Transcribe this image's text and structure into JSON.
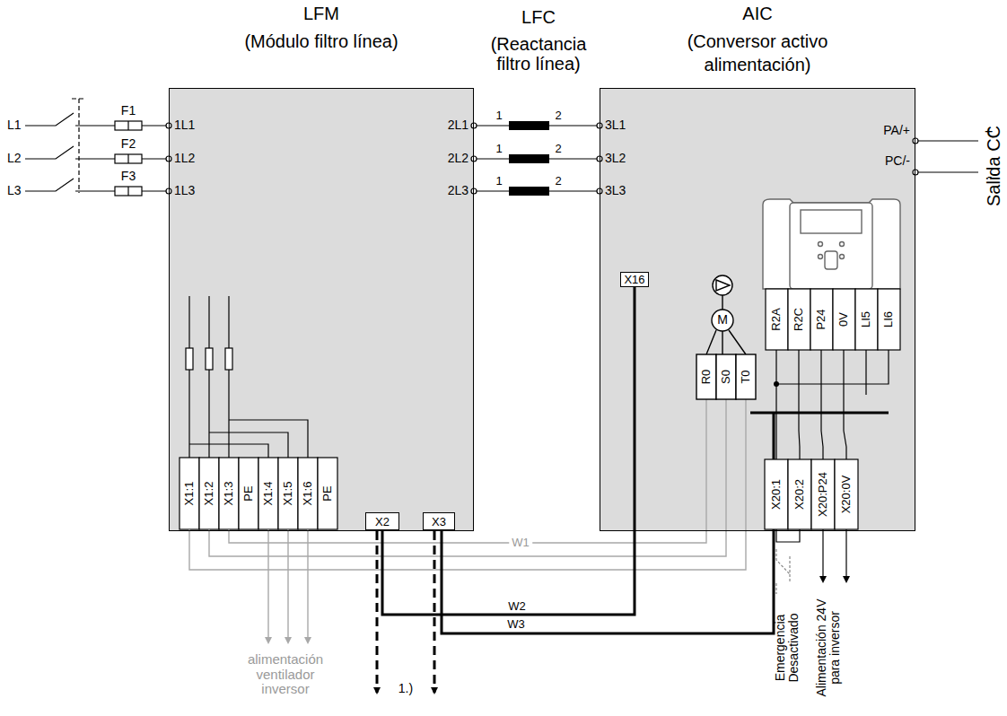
{
  "diagram": {
    "nodes": [
      {
        "text": [
          "LFM",
          "(Módulo filtro línea)"
        ]
      },
      {
        "text": [
          "AIC",
          "(Conversor activo alimentación)"
        ]
      },
      {
        "text": [
          "X2"
        ],
        "in": 0
      },
      {
        "text": [
          "X3"
        ],
        "in": 0
      },
      {
        "text": [
          "X16"
        ],
        "in": 1
      }
    ],
    "edges": [
      {
        "from": 2,
        "to": 4,
        "arrow": "none",
        "label": "W2"
      }
    ],
    "labels": [
      "L1",
      "L2",
      "L3",
      "F1",
      "F2",
      "F3",
      "1L1",
      "1L2",
      "1L3",
      "2L1",
      "2L2",
      "2L3",
      "1",
      "2",
      "1",
      "2",
      "1",
      "2",
      "3L1",
      "3L2",
      "3L3",
      "PA/+",
      "PC/-",
      "+",
      "-",
      "Salida CC",
      "LFC",
      "(Reactancia filtro línea)",
      "R2A",
      "R2C",
      "P24",
      "0V",
      "LI5",
      "LI6",
      "R0",
      "S0",
      "T0",
      "M",
      "X1:1",
      "X1:2",
      "X1:3",
      "PE",
      "X1:4",
      "X1:5",
      "X1:6",
      "PE",
      "W1",
      "W3",
      "X20:1",
      "X20:2",
      "X20:P24",
      "X20:0V",
      "alimentación ventilador inversor",
      "1.)",
      "Emergencia Desactivado",
      "Alimentación 24V para inversor"
    ]
  }
}
